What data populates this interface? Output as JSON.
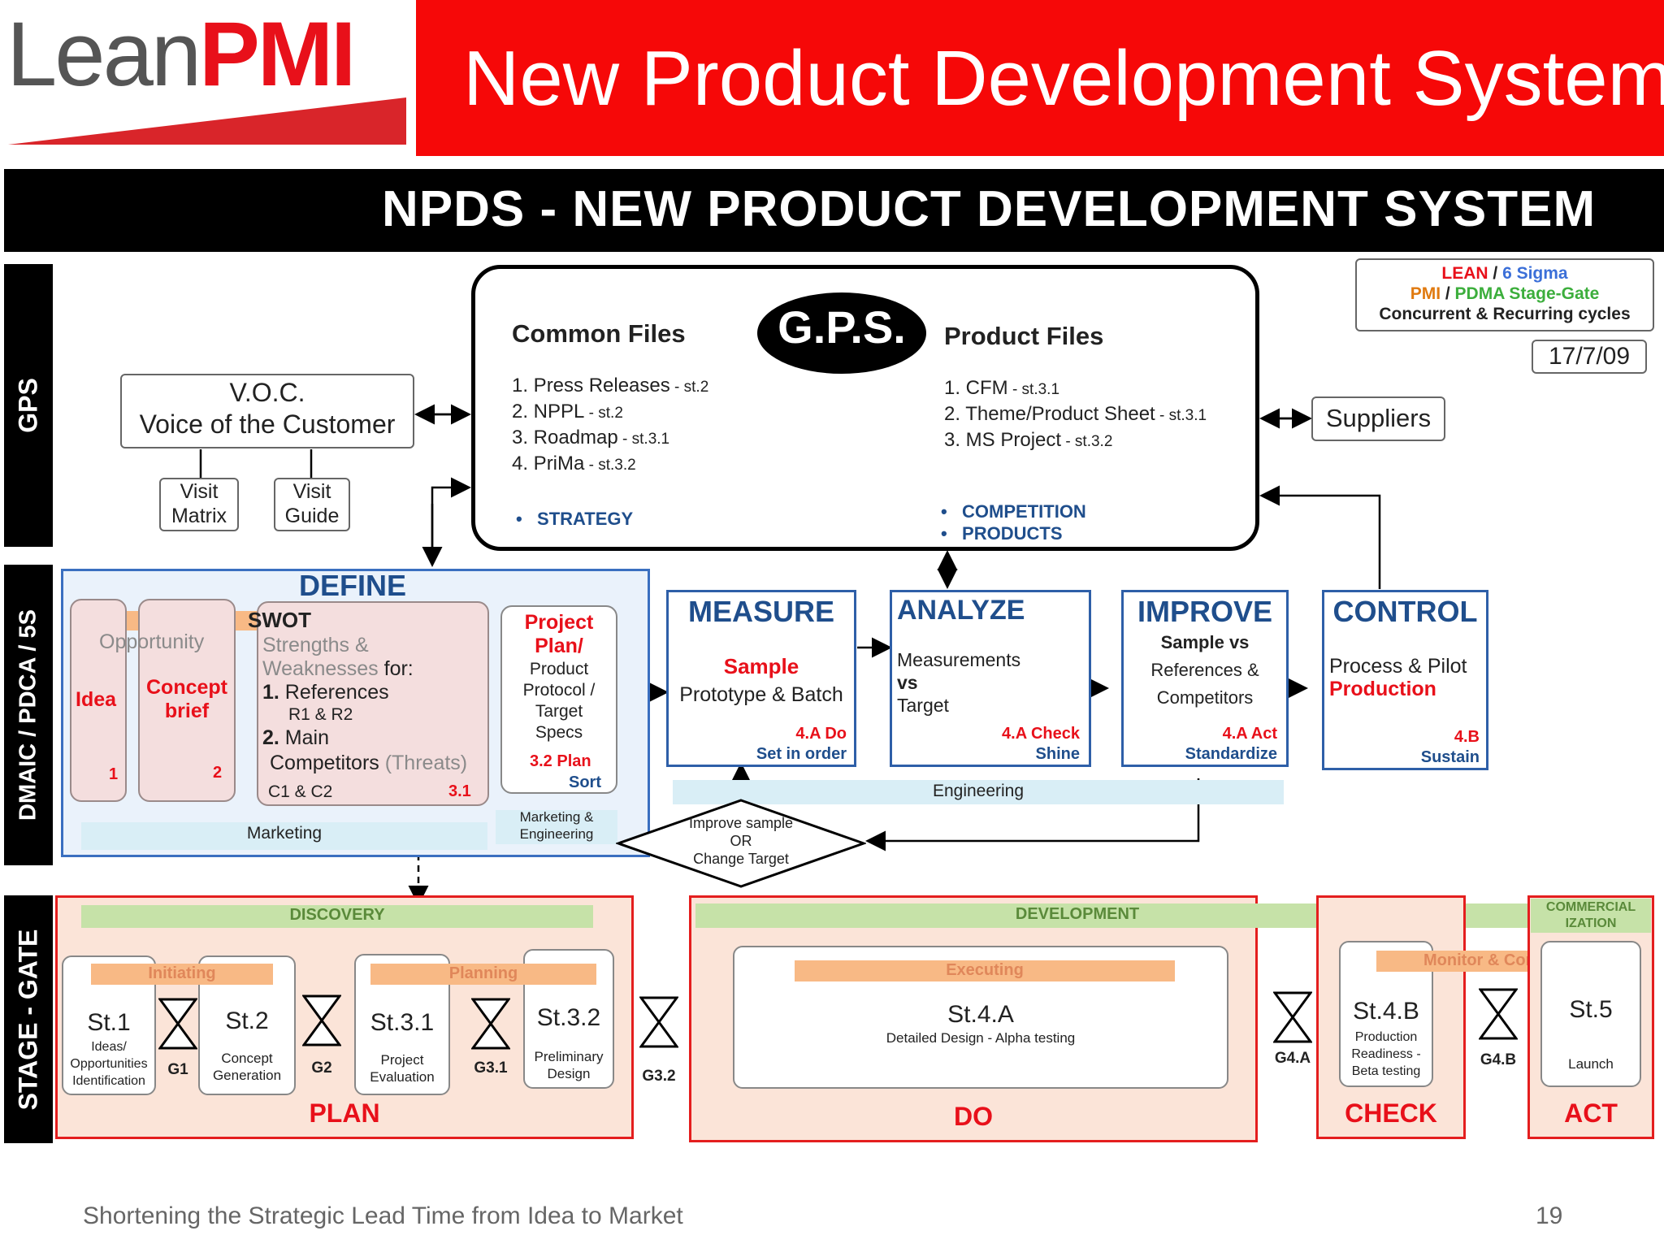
{
  "header": {
    "logo_lean": "Lean",
    "logo_pmi": "PMI",
    "title": "New Product Development System"
  },
  "banner": {
    "title": "NPDS -  NEW PRODUCT DEVELOPMENT SYSTEM"
  },
  "side_labels": {
    "gps": "GPS",
    "dmaic": "DMAIC / PDCA / 5S",
    "stage_gate": "STAGE - GATE"
  },
  "legend": {
    "lean": "LEAN",
    "six_sigma": "6 Sigma",
    "pmi": "PMI",
    "pdma": "PDMA Stage-Gate",
    "slash": " / ",
    "cycles": "Concurrent & Recurring cycles",
    "date": "17/7/09"
  },
  "gps": {
    "oval": "G.P.S.",
    "common_title": "Common Files",
    "common_items": [
      "1. Press Releases",
      "2. NPPL",
      "3. Roadmap",
      "4. PriMa"
    ],
    "common_refs": [
      " - st.2",
      " - st.2",
      " - st.3.1",
      " - st.3.2"
    ],
    "product_title": "Product Files",
    "product_items": [
      "1. CFM",
      "2. Theme/Product Sheet",
      "3. MS Project"
    ],
    "product_refs": [
      " - st.3.1",
      " - st.3.1",
      " - st.3.2"
    ],
    "strategy": "STRATEGY",
    "competition": "COMPETITION",
    "products": "PRODUCTS"
  },
  "voc": {
    "line1": "V.O.C.",
    "line2": "Voice of the Customer",
    "visit_matrix": [
      "Visit",
      "Matrix"
    ],
    "visit_guide": [
      "Visit",
      "Guide"
    ]
  },
  "suppliers": "Suppliers",
  "define": {
    "title": "DEFINE",
    "swot": "SWOT",
    "opportunity": "Opportunity",
    "idea": "Idea",
    "concept": [
      "Concept",
      "brief"
    ],
    "num1": "1",
    "num2": "2",
    "strengths": [
      "Strengths &",
      "Weaknesses"
    ],
    "for": " for:",
    "ref_num": "1.",
    "ref_label": " References",
    "r1r2": "R1 & R2",
    "main_num": "2.",
    "main_label": " Main",
    "competitors": "Competitors",
    "threats": " (Threats)",
    "c1c2": "C1 & C2",
    "num31": "3.1",
    "project": [
      "Project",
      "Plan/"
    ],
    "product_protocol": [
      "Product",
      "Protocol /",
      "Target",
      "Specs"
    ],
    "plan32": "3.2  Plan",
    "sort": "Sort",
    "marketing": "Marketing",
    "mkt_eng": [
      "Marketing &",
      "Engineering"
    ]
  },
  "measure": {
    "title": "MEASURE",
    "sample": "Sample",
    "proto": "Prototype & Batch",
    "step": "4.A  Do",
    "sub": "Set in order"
  },
  "analyze": {
    "title": "ANALYZE",
    "lines": [
      "Measurements",
      "vs",
      "Target"
    ],
    "step": "4.A Check",
    "sub": "Shine"
  },
  "improve": {
    "title": "IMPROVE",
    "lines": [
      "Sample vs",
      "References &",
      "Competitors"
    ],
    "step": "4.A  Act",
    "sub": "Standardize"
  },
  "control": {
    "title": "CONTROL",
    "line1": "Process & Pilot",
    "line2": "Production",
    "step": "4.B",
    "sub": "Sustain"
  },
  "engineering": "Engineering",
  "decision": [
    "Improve sample",
    "OR",
    "Change Target"
  ],
  "stages": {
    "discovery": "DISCOVERY",
    "development": "DEVELOPMENT",
    "commercial": [
      "COMMERCIAL",
      "IZATION"
    ],
    "initiating": "Initiating",
    "planning": "Planning",
    "executing": "Executing",
    "monitor": "Monitor & Control",
    "st1": {
      "title": "St.1",
      "desc": [
        "Ideas/",
        "Opportunities",
        "Identification"
      ]
    },
    "st2": {
      "title": "St.2",
      "desc": [
        "Concept",
        "Generation"
      ]
    },
    "st31": {
      "title": "St.3.1",
      "desc": [
        "Project",
        "Evaluation"
      ]
    },
    "st32": {
      "title": "St.3.2",
      "desc": [
        "Preliminary",
        "Design"
      ]
    },
    "st4a": {
      "title": "St.4.A",
      "desc": "Detailed Design -  Alpha testing"
    },
    "st4b": {
      "title": "St.4.B",
      "desc": [
        "Production",
        "Readiness -",
        "Beta testing"
      ]
    },
    "st5": {
      "title": "St.5",
      "desc": "Launch"
    },
    "gates": [
      "G1",
      "G2",
      "G3.1",
      "G3.2",
      "G4.A",
      "G4.B"
    ],
    "plan": "PLAN",
    "do": "DO",
    "check": "CHECK",
    "act": "ACT"
  },
  "footer": {
    "text": "Shortening the Strategic Lead Time from Idea to Market",
    "page": "19"
  }
}
